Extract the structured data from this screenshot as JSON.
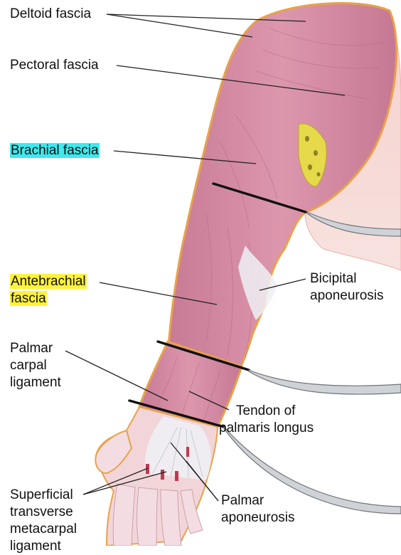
{
  "labels": {
    "deltoid": "Deltoid fascia",
    "pectoral": "Pectoral fascia",
    "brachial": "Brachial fascia",
    "antebrachial": [
      "Antebrachial",
      "fascia"
    ],
    "bicipital": [
      "Bicipital",
      "aponeurosis"
    ],
    "palmar_carpal": [
      "Palmar",
      "carpal",
      "ligament"
    ],
    "tendon": [
      "Tendon of",
      "palmaris longus"
    ],
    "superficial": [
      "Superficial",
      "transverse",
      "metacarpal",
      "ligament"
    ],
    "palmar_apo": [
      "Palmar",
      "aponeurosis"
    ]
  },
  "colors": {
    "highlight_cyan": "#3ee8ee",
    "highlight_yellow": "#fff23a",
    "fascia_pink": "#d98ea6",
    "muscle_dark": "#b86b86",
    "fascia_border": "#e8a24a",
    "aponeurosis_white": "#eef0f4",
    "bone_yellow": "#e6d94a",
    "skin": "#f3c6c2",
    "label_text": "#111111",
    "leader_line": "#222222"
  }
}
